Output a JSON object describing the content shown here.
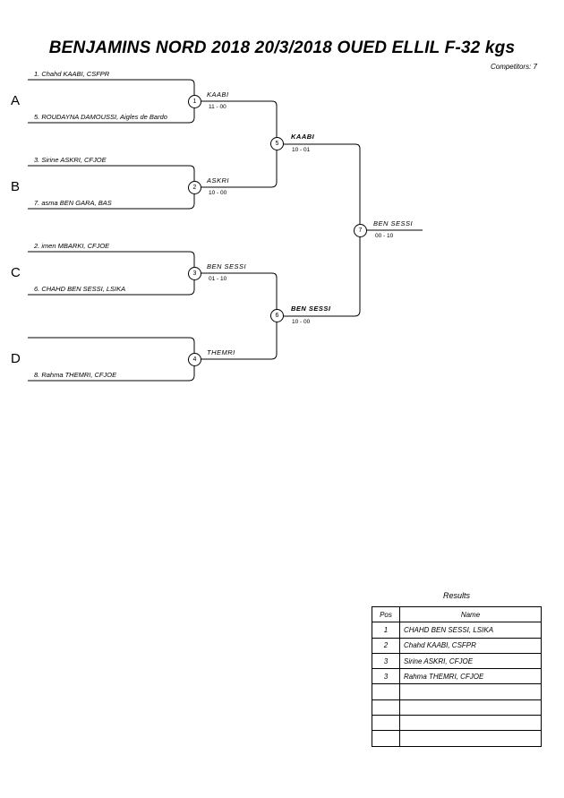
{
  "header": {
    "title": "BENJAMINS NORD 2018  20/3/2018  OUED ELLIL   F-32 kgs",
    "competitors": "Competitors: 7"
  },
  "pools": [
    "A",
    "B",
    "C",
    "D"
  ],
  "entries": [
    "1. Chahd KAABI, CSFPR",
    "5. ROUDAYNA DAMOUSSI, Aigles de Bardo",
    "3. Sirine ASKRI, CFJOE",
    "7. asma BEN GARA, BAS",
    "2. imen MBARKI, CFJOE",
    "6. CHAHD BEN SESSI, LSIKA",
    "",
    "8. Rahma THEMRI, CFJOE"
  ],
  "matches": [
    {
      "no": "1",
      "winner": "KAABI",
      "score": "11 - 00"
    },
    {
      "no": "2",
      "winner": "ASKRI",
      "score": "10 - 00"
    },
    {
      "no": "3",
      "winner": "BEN SESSI",
      "score": "01 - 10"
    },
    {
      "no": "4",
      "winner": "THEMRI",
      "score": ""
    },
    {
      "no": "5",
      "winner": "KAABI",
      "score": "10 - 01"
    },
    {
      "no": "6",
      "winner": "BEN SESSI",
      "score": "10 - 00"
    },
    {
      "no": "7",
      "winner": "BEN SESSI",
      "score": "00 - 10"
    }
  ],
  "results": {
    "title": "Results",
    "col_pos": "Pos",
    "col_name": "Name",
    "rows": [
      {
        "pos": "1",
        "name": "CHAHD BEN SESSI, LSIKA"
      },
      {
        "pos": "2",
        "name": "Chahd KAABI, CSFPR"
      },
      {
        "pos": "3",
        "name": "Sirine ASKRI, CFJOE"
      },
      {
        "pos": "3",
        "name": "Rahma THEMRI, CFJOE"
      },
      {
        "pos": "",
        "name": ""
      },
      {
        "pos": "",
        "name": ""
      },
      {
        "pos": "",
        "name": ""
      },
      {
        "pos": "",
        "name": ""
      }
    ]
  }
}
